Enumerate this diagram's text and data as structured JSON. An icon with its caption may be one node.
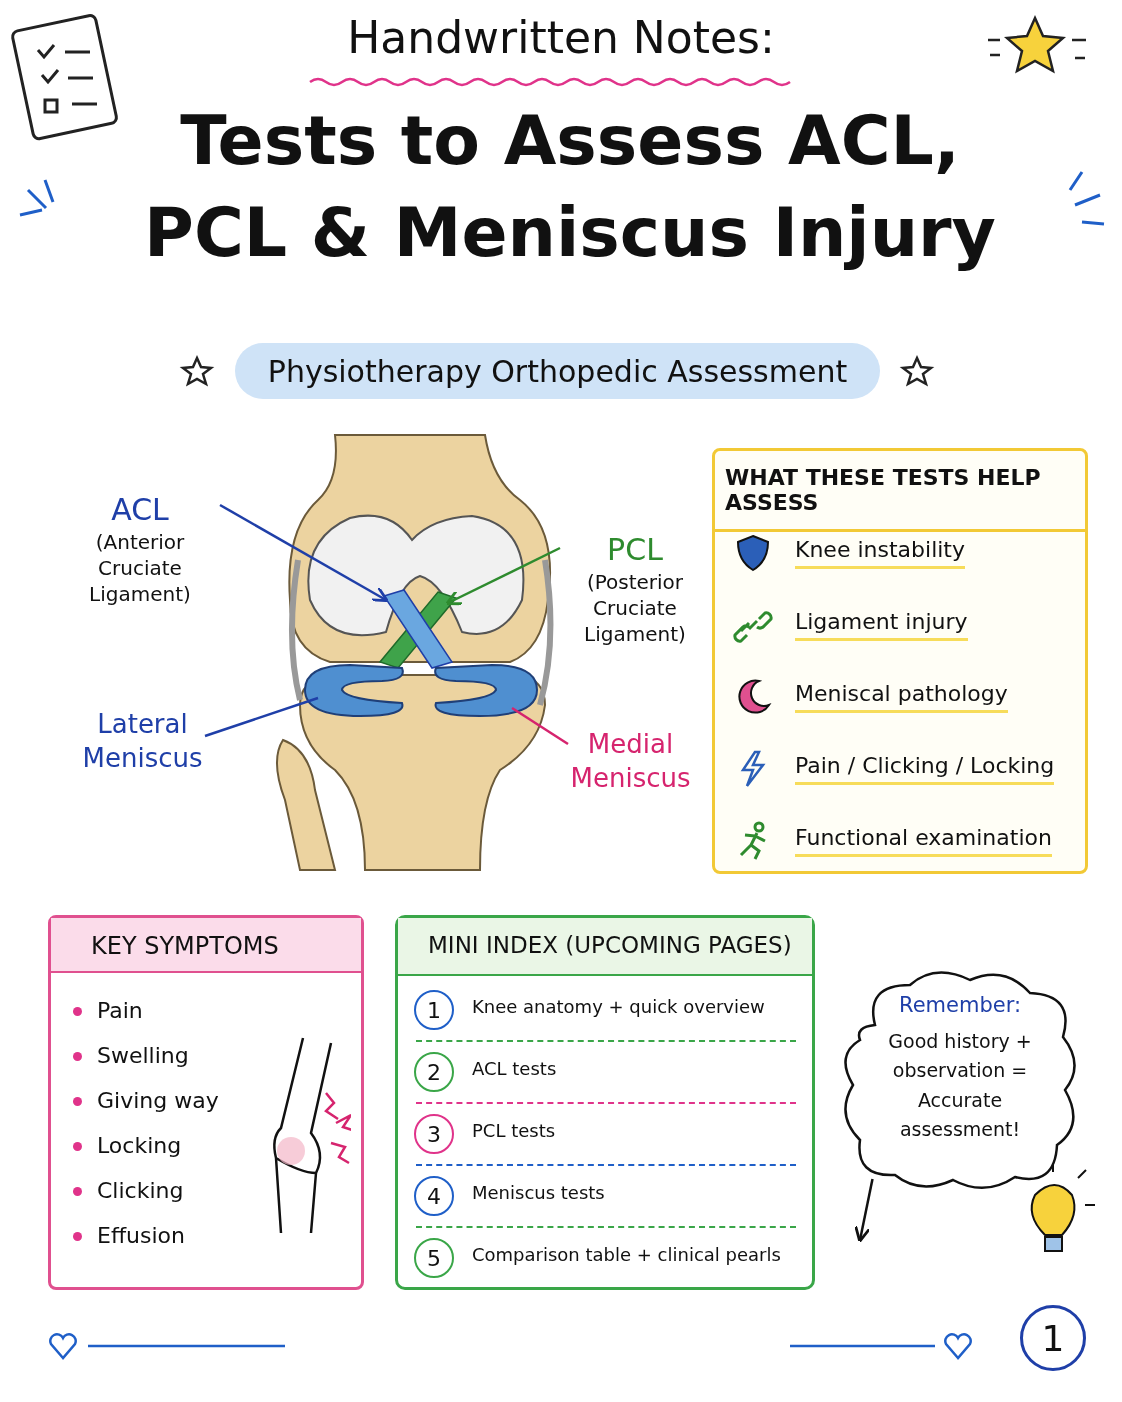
{
  "diagram": {
    "title": "Tests to Assess ACL, PCL & Meniscus Injury",
    "nodes": [
      {
        "text": [
          "Physiotherapy Orthopedic Assessment"
        ]
      },
      {
        "text": [
          "ACL",
          "(Anterior Cruciate Ligament)"
        ]
      },
      {
        "text": [
          "PCL",
          "(Posterior Cruciate Ligament)"
        ]
      },
      {
        "text": [
          "Lateral Meniscus"
        ]
      },
      {
        "text": [
          "Medial Meniscus"
        ]
      },
      {
        "text": [
          "WHAT THESE TESTS HELP ASSESS",
          "Knee instability",
          "Ligament injury",
          "Meniscal pathology",
          "Pain / Clicking / Locking",
          "Functional examination"
        ]
      },
      {
        "text": [
          "KEY SYMPTOMS",
          "Pain",
          "Swelling",
          "Giving way",
          "Locking",
          "Clicking",
          "Effusion"
        ]
      },
      {
        "text": [
          "MINI INDEX (UPCOMING PAGES)"
        ]
      },
      {
        "text": [
          "1"
        ],
        "in": 7,
        "beside": [
          "Knee anatomy + quick overview"
        ]
      },
      {
        "text": [
          "2"
        ],
        "in": 7,
        "beside": [
          "ACL tests"
        ]
      },
      {
        "text": [
          "3"
        ],
        "in": 7,
        "beside": [
          "PCL tests"
        ]
      },
      {
        "text": [
          "4"
        ],
        "in": 7,
        "beside": [
          "Meniscus tests"
        ]
      },
      {
        "text": [
          "5"
        ],
        "in": 7,
        "beside": [
          "Comparison table + clinical pearls"
        ]
      },
      {
        "text": [
          "Remember:",
          "Good history + observation = Accurate assessment!"
        ]
      },
      {
        "text": [
          "1"
        ]
      }
    ],
    "edges": [
      {
        "from": 1,
        "to": null,
        "arrow": "to",
        "color": "#1f3fa8"
      },
      {
        "from": 2,
        "to": null,
        "arrow": "to",
        "color": "#2e8b2e"
      },
      {
        "from": 3,
        "to": null,
        "arrow": "none",
        "color": "#1f3fa8"
      },
      {
        "from": 4,
        "to": null,
        "arrow": "none",
        "color": "#d6246e"
      },
      {
        "from": 13,
        "to": null,
        "arrow": "to",
        "color": "#111111"
      }
    ],
    "labels": [
      "Handwritten Notes:"
    ]
  }
}
